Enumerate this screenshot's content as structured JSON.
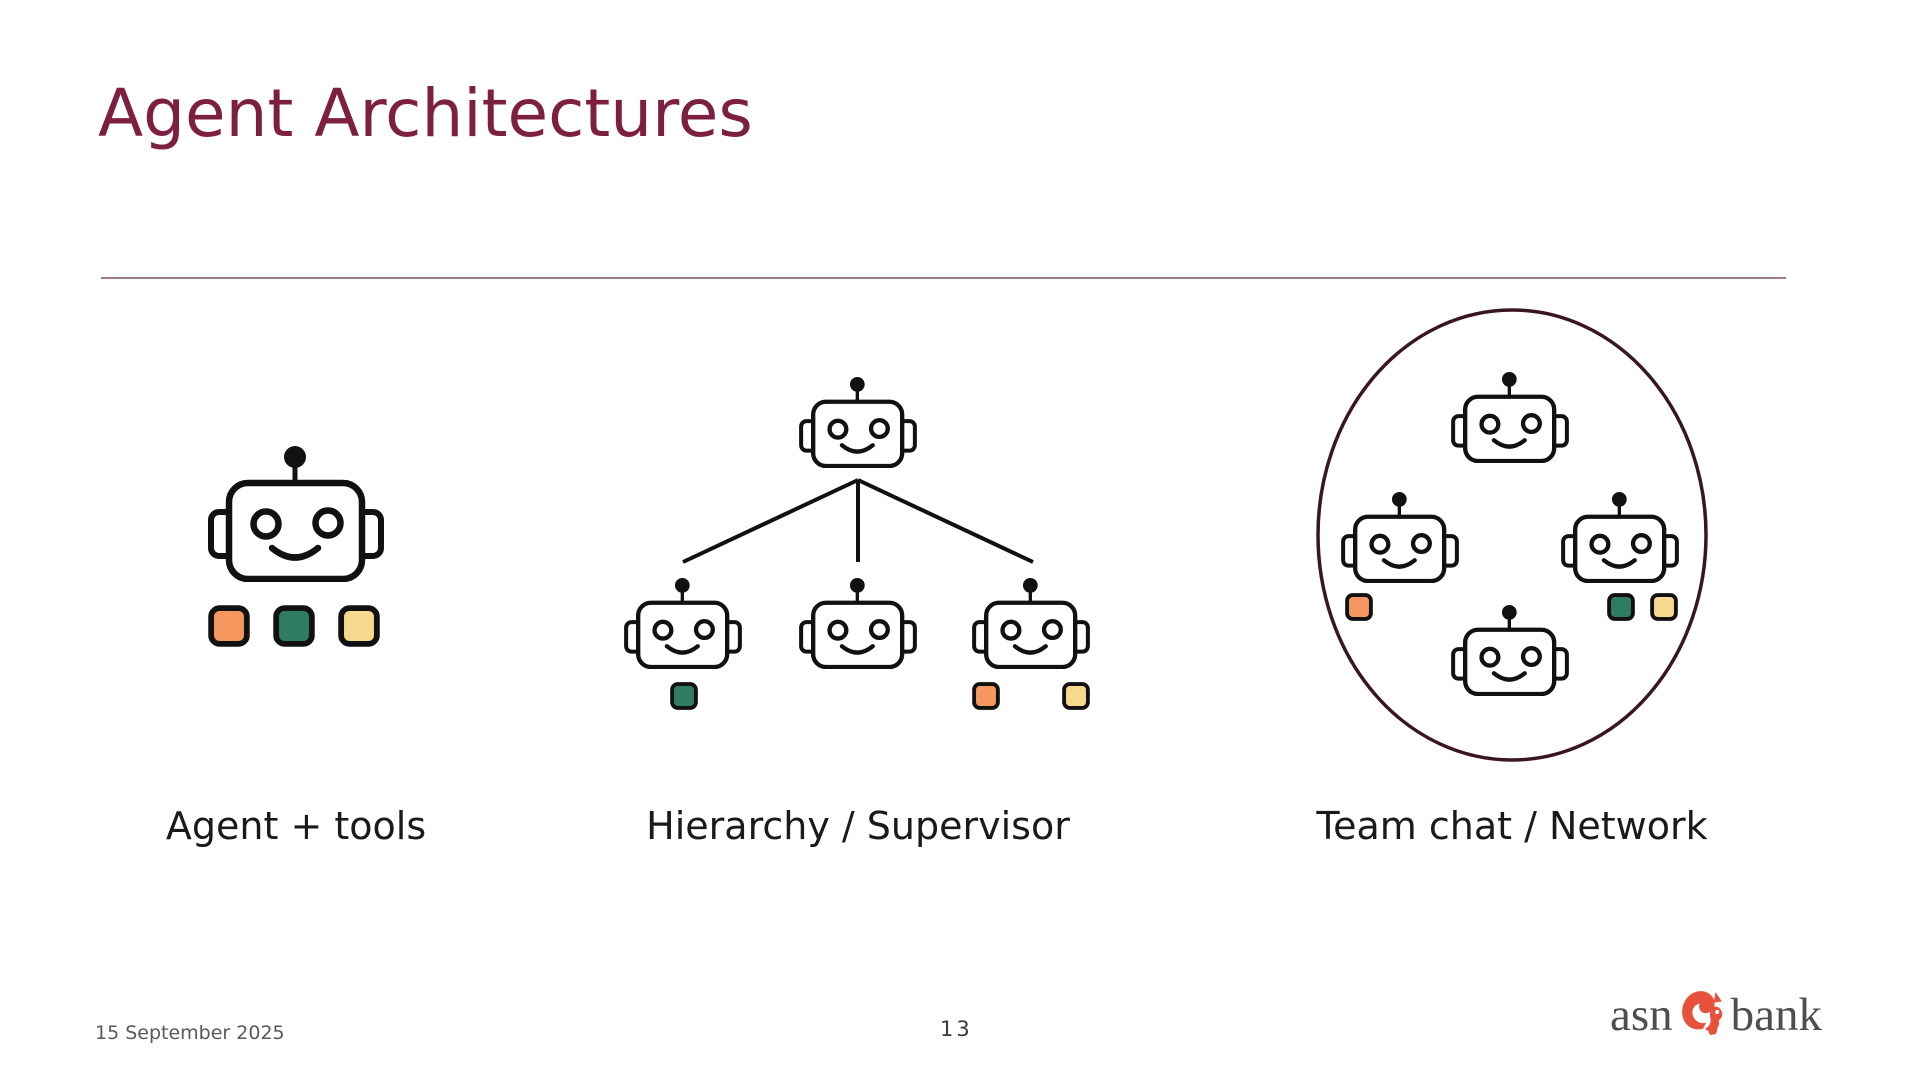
{
  "slide": {
    "title": "Agent Architectures",
    "footer": {
      "date": "15 September 2025",
      "page_number": "13"
    },
    "logo": {
      "word_left": "asn",
      "word_right": "bank"
    }
  },
  "diagrams": [
    {
      "label": "Agent + tools",
      "tools": [
        "orange",
        "green",
        "yellow"
      ]
    },
    {
      "label": "Hierarchy / Supervisor",
      "tools": [
        "green",
        "orange",
        "yellow"
      ]
    },
    {
      "label": "Team chat / Network",
      "tools": [
        "orange",
        "green",
        "yellow"
      ]
    }
  ],
  "colors": {
    "title": "#7C1F40",
    "divider": "#9B7C8C",
    "circle": "#3A1522",
    "ink": "#111111",
    "orange": "#F5975F",
    "green": "#2E7D62",
    "yellow": "#F8D88D",
    "footer_text": "#595959",
    "page_text": "#3A3A3A",
    "logo_text": "#4D4E50",
    "logo_red": "#E8513B"
  }
}
